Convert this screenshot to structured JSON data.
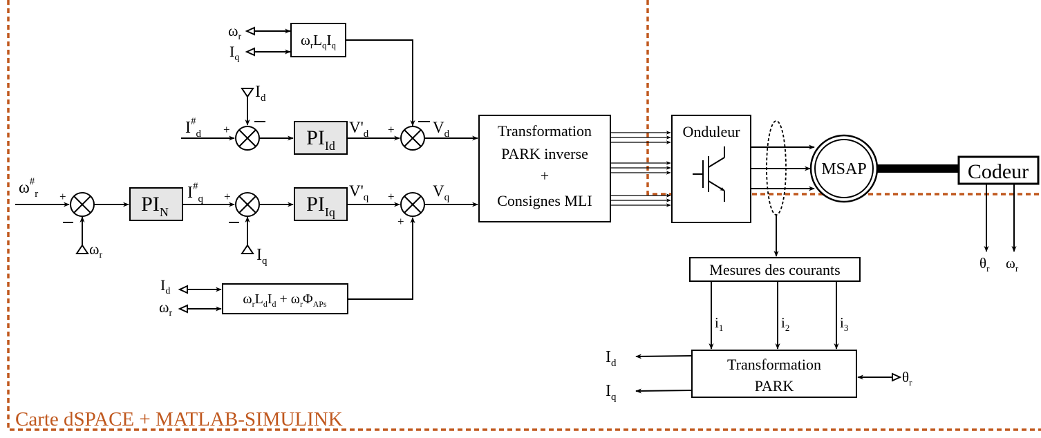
{
  "colors": {
    "frame": "#c0581e",
    "pi_fill": "#e6e6e6",
    "line": "#000000"
  },
  "frame_label": "Carte dSPACE + MATLAB-SIMULINK",
  "blocks": {
    "pi_n": "PI",
    "pi_n_sub": "N",
    "pi_id": "PI",
    "pi_id_sub": "Id",
    "pi_iq": "PI",
    "pi_iq_sub": "Iq",
    "transform_inv_line1": "Transformation",
    "transform_inv_line2": "PARK inverse",
    "transform_inv_line3": "+",
    "transform_inv_line4": "Consignes MLI",
    "onduleur": "Onduleur",
    "msap": "MSAP",
    "codeur": "Codeur",
    "mesures": "Mesures des courants",
    "park_line1": "Transformation",
    "park_line2": "PARK",
    "decoup_q": {
      "a": "ω",
      "a_sub": "r",
      "b": "L",
      "b_sub": "q",
      "c": "I",
      "c_sub": "q"
    },
    "decoup_d": {
      "a": "ω",
      "a_sub": "r",
      "b": "L",
      "b_sub": "d",
      "c": "I",
      "c_sub": "d",
      "plus": " + ",
      "d": "ω",
      "d_sub": "r",
      "e": "Φ",
      "e_sub": "APs"
    }
  },
  "signals": {
    "omega": "ω",
    "omega_sub": "r",
    "omega_sup": "#",
    "i": "I",
    "i_sup": "#",
    "sub_d": "d",
    "sub_q": "q",
    "v_prime": "V'",
    "v": "V",
    "theta": "θ",
    "theta_sub": "r",
    "i1": "i",
    "i1_sub": "1",
    "i2": "i",
    "i2_sub": "2",
    "i3": "i",
    "i3_sub": "3",
    "plus": "+",
    "minus": "−"
  }
}
